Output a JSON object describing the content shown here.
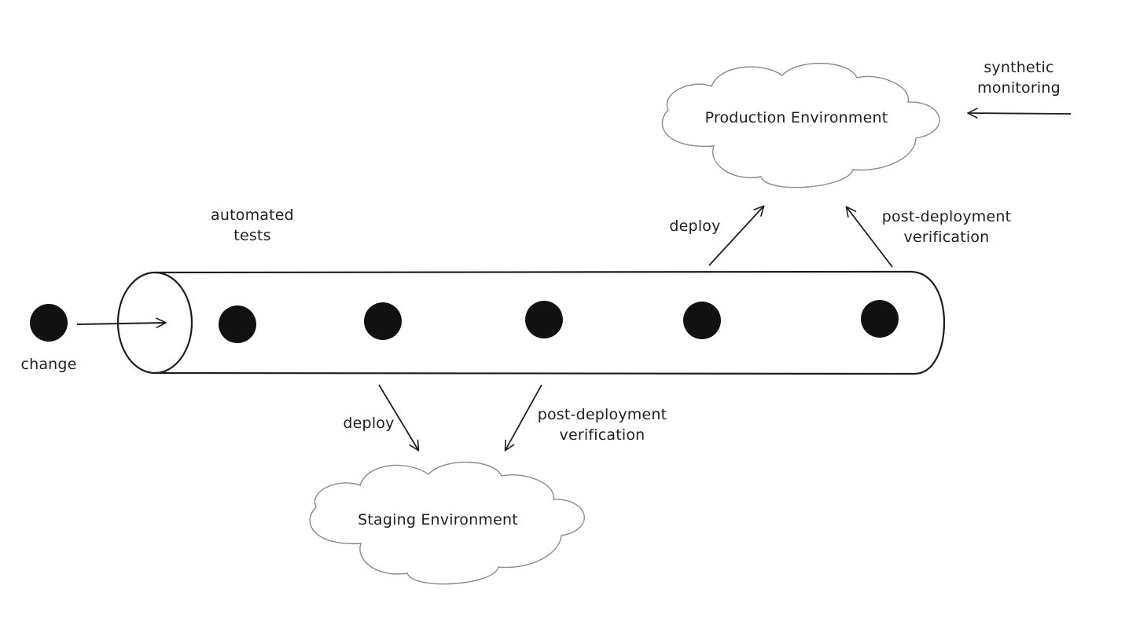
{
  "labels": {
    "change": "change",
    "automated_tests": "automated\ntests",
    "staging_deploy": "deploy",
    "staging_verification": "post-deployment\nverification",
    "production_deploy": "deploy",
    "production_verification": "post-deployment\nverification",
    "synthetic_monitoring": "synthetic\nmonitoring"
  },
  "environments": {
    "staging": "Staging Environment",
    "production": "Production Environment"
  },
  "colors": {
    "stroke": "#1e1e1e",
    "cloud_stroke": "#8a8a8a",
    "background": "#ffffff"
  }
}
